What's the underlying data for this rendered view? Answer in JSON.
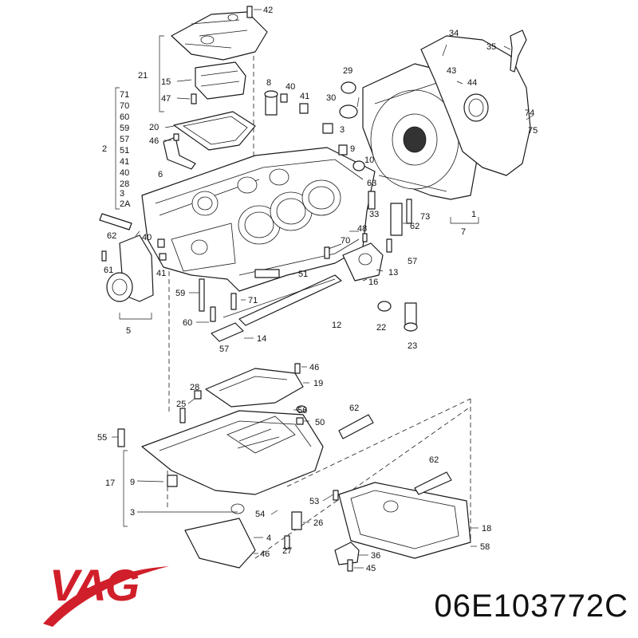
{
  "brand": {
    "name": "VAG",
    "color": "#d01f2a"
  },
  "part_number": "06E103772C",
  "callouts": [
    {
      "id": "c42",
      "text": "42"
    },
    {
      "id": "c21",
      "text": "21"
    },
    {
      "id": "c15",
      "text": "15"
    },
    {
      "id": "c47a",
      "text": "47"
    },
    {
      "id": "c8",
      "text": "8"
    },
    {
      "id": "c40a",
      "text": "40"
    },
    {
      "id": "c41a",
      "text": "41"
    },
    {
      "id": "c20",
      "text": "20"
    },
    {
      "id": "c46a",
      "text": "46"
    },
    {
      "id": "c6",
      "text": "6"
    },
    {
      "id": "c30",
      "text": "30"
    },
    {
      "id": "c29",
      "text": "29"
    },
    {
      "id": "c3a",
      "text": "3"
    },
    {
      "id": "c9a",
      "text": "9"
    },
    {
      "id": "c10",
      "text": "10"
    },
    {
      "id": "c63",
      "text": "63"
    },
    {
      "id": "c33",
      "text": "33"
    },
    {
      "id": "c34",
      "text": "34"
    },
    {
      "id": "c35",
      "text": "35"
    },
    {
      "id": "c43",
      "text": "43"
    },
    {
      "id": "c44",
      "text": "44"
    },
    {
      "id": "c74",
      "text": "74"
    },
    {
      "id": "c75",
      "text": "75"
    },
    {
      "id": "c73",
      "text": "73"
    },
    {
      "id": "c62a",
      "text": "62"
    },
    {
      "id": "c1",
      "text": "1"
    },
    {
      "id": "c7",
      "text": "7"
    },
    {
      "id": "s71",
      "text": "71"
    },
    {
      "id": "s70",
      "text": "70"
    },
    {
      "id": "s60",
      "text": "60"
    },
    {
      "id": "s59",
      "text": "59"
    },
    {
      "id": "s57",
      "text": "57"
    },
    {
      "id": "s51",
      "text": "51"
    },
    {
      "id": "s41",
      "text": "41"
    },
    {
      "id": "s40",
      "text": "40"
    },
    {
      "id": "s28",
      "text": "28"
    },
    {
      "id": "s3",
      "text": "3"
    },
    {
      "id": "s2A",
      "text": "2A"
    },
    {
      "id": "c2",
      "text": "2"
    },
    {
      "id": "c62b",
      "text": "62"
    },
    {
      "id": "c40b",
      "text": "40"
    },
    {
      "id": "c61",
      "text": "61"
    },
    {
      "id": "c41b",
      "text": "41"
    },
    {
      "id": "c5",
      "text": "5"
    },
    {
      "id": "c48",
      "text": "48"
    },
    {
      "id": "c70",
      "text": "70"
    },
    {
      "id": "c57a",
      "text": "57"
    },
    {
      "id": "c13",
      "text": "13"
    },
    {
      "id": "c16",
      "text": "16"
    },
    {
      "id": "c51",
      "text": "51"
    },
    {
      "id": "c59",
      "text": "59"
    },
    {
      "id": "c71",
      "text": "71"
    },
    {
      "id": "c60",
      "text": "60"
    },
    {
      "id": "c12",
      "text": "12"
    },
    {
      "id": "c22",
      "text": "22"
    },
    {
      "id": "c23",
      "text": "23"
    },
    {
      "id": "c14",
      "text": "14"
    },
    {
      "id": "c57b",
      "text": "57"
    },
    {
      "id": "c46b",
      "text": "46"
    },
    {
      "id": "c19",
      "text": "19"
    },
    {
      "id": "c28",
      "text": "28"
    },
    {
      "id": "c25",
      "text": "25"
    },
    {
      "id": "c56",
      "text": "56"
    },
    {
      "id": "c50",
      "text": "50"
    },
    {
      "id": "c62c",
      "text": "62"
    },
    {
      "id": "c55",
      "text": "55"
    },
    {
      "id": "c17",
      "text": "17"
    },
    {
      "id": "c9b",
      "text": "9"
    },
    {
      "id": "c3b",
      "text": "3"
    },
    {
      "id": "c62d",
      "text": "62"
    },
    {
      "id": "c53",
      "text": "53"
    },
    {
      "id": "c54",
      "text": "54"
    },
    {
      "id": "c26",
      "text": "26"
    },
    {
      "id": "c4",
      "text": "4"
    },
    {
      "id": "c46c",
      "text": "46"
    },
    {
      "id": "c27",
      "text": "27"
    },
    {
      "id": "c18",
      "text": "18"
    },
    {
      "id": "c58",
      "text": "58"
    },
    {
      "id": "c36",
      "text": "36"
    },
    {
      "id": "c45",
      "text": "45"
    }
  ]
}
